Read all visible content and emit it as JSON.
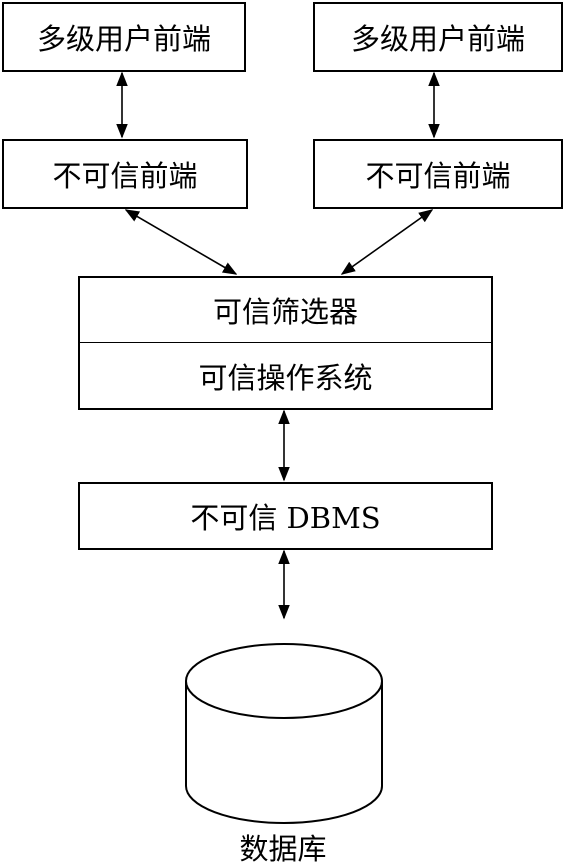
{
  "nodes": {
    "multi_user_front_left": "多级用户前端",
    "multi_user_front_right": "多级用户前端",
    "untrusted_front_left": "不可信前端",
    "untrusted_front_right": "不可信前端",
    "trusted_filter": "可信筛选器",
    "trusted_os": "可信操作系统",
    "untrusted_dbms": "不可信 DBMS",
    "database": "数据库"
  }
}
